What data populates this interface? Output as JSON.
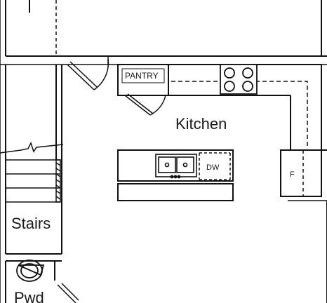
{
  "rooms": {
    "kitchen": "Kitchen",
    "stairs": "Stairs",
    "powder": "Pwd"
  },
  "fixtures": {
    "pantry": "PANTRY",
    "dishwasher": "DW",
    "fridge": "F"
  }
}
